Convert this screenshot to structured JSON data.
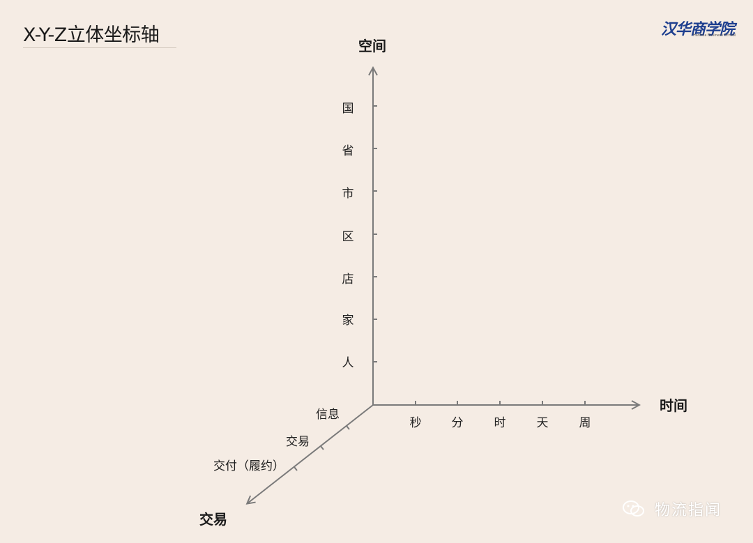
{
  "title": "X-Y-Z立体坐标轴",
  "logo": {
    "text": "汉华商学院",
    "subtitle": "Hanhua Business School"
  },
  "axes": {
    "space": {
      "title": "空间",
      "ticks": [
        "国",
        "省",
        "市",
        "区",
        "店",
        "家",
        "人"
      ]
    },
    "time": {
      "title": "时间",
      "ticks": [
        "秒",
        "分",
        "时",
        "天",
        "周"
      ]
    },
    "transaction": {
      "title": "交易",
      "ticks": [
        "信息",
        "交易",
        "交付（履约）"
      ]
    }
  },
  "watermark": {
    "text": "物流指闻"
  },
  "colors": {
    "background": "#f5ece4",
    "axis": "#7a7a7a",
    "text": "#222222"
  }
}
